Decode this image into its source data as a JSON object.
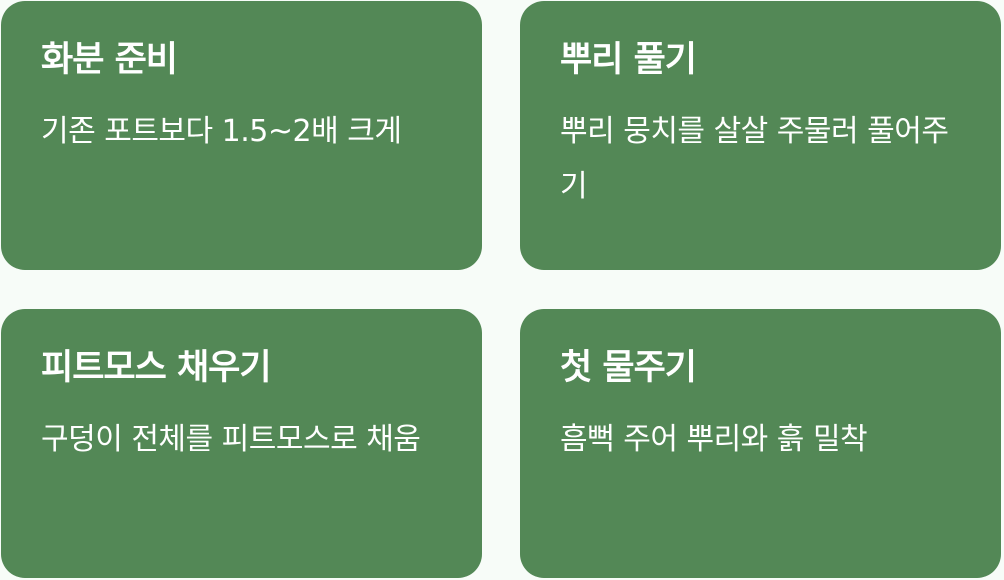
{
  "cards": [
    {
      "title": "화분 준비",
      "description": "기존 포트보다 1.5~2배 크게"
    },
    {
      "title": "뿌리 풀기",
      "description": "뿌리 뭉치를 살살 주물러 풀어주기"
    },
    {
      "title": "피트모스 채우기",
      "description": "구덩이 전체를 피트모스로 채움"
    },
    {
      "title": "첫 물주기",
      "description": "흠뻑 주어 뿌리와 흙 밀착"
    }
  ],
  "colors": {
    "background": "#f7fcf8",
    "card": "#538856",
    "text": "#ffffff"
  }
}
